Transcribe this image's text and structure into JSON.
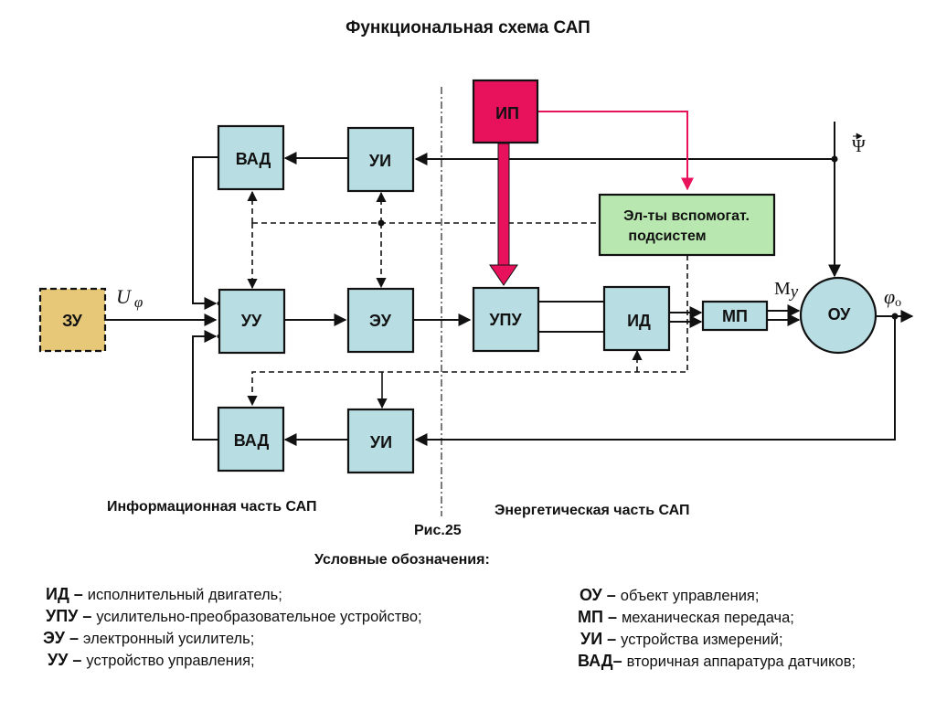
{
  "title": "Функциональная схема САП",
  "blocks": {
    "zu": "ЗУ",
    "vad_top": "ВАД",
    "ui_top": "УИ",
    "uu": "УУ",
    "eu": "ЭУ",
    "upu": "УПУ",
    "id": "ИД",
    "mp": "МП",
    "ou": "ОУ",
    "vad_bottom": "ВАД",
    "ui_bottom": "УИ",
    "ip": "ИП",
    "aux_line1": "Эл-ты вспомогат.",
    "aux_line2": "подсистем"
  },
  "signals": {
    "u_phi": "U",
    "u_phi_sub": "φ",
    "psi": "Ψ",
    "my": "M",
    "my_sub": "y",
    "phi_o": "φ",
    "phi_o_sub": "о"
  },
  "colors": {
    "block_fill": "#b8dde2",
    "zu_fill": "#e6c878",
    "ip_fill": "#e8125c",
    "aux_fill": "#b8e8b0",
    "ip_line": "#e8125c"
  },
  "captions": {
    "info_part": "Информационная часть САП",
    "energy_part": "Энергетическая часть САП",
    "figure": "Рис.25",
    "legend_title": "Условные обозначения:"
  },
  "legend_left": [
    {
      "abbr": "ИД",
      "sep": " – ",
      "text": "исполнительный двигатель;"
    },
    {
      "abbr": "УПУ",
      "sep": " – ",
      "text": "усилительно-преобразовательное устройство;"
    },
    {
      "abbr": "ЭУ",
      "sep": " – ",
      "text": "электронный усилитель;"
    },
    {
      "abbr": "УУ",
      "sep": " – ",
      "text": "устройство управления;"
    }
  ],
  "legend_right": [
    {
      "abbr": "ОУ",
      "sep": " – ",
      "text": "объект управления;"
    },
    {
      "abbr": "МП",
      "sep": " – ",
      "text": "механическая передача;"
    },
    {
      "abbr": "УИ",
      "sep": " – ",
      "text": "устройства измерений;"
    },
    {
      "abbr": "ВАД",
      "sep": "– ",
      "text": "вторичная аппаратура датчиков;"
    }
  ]
}
